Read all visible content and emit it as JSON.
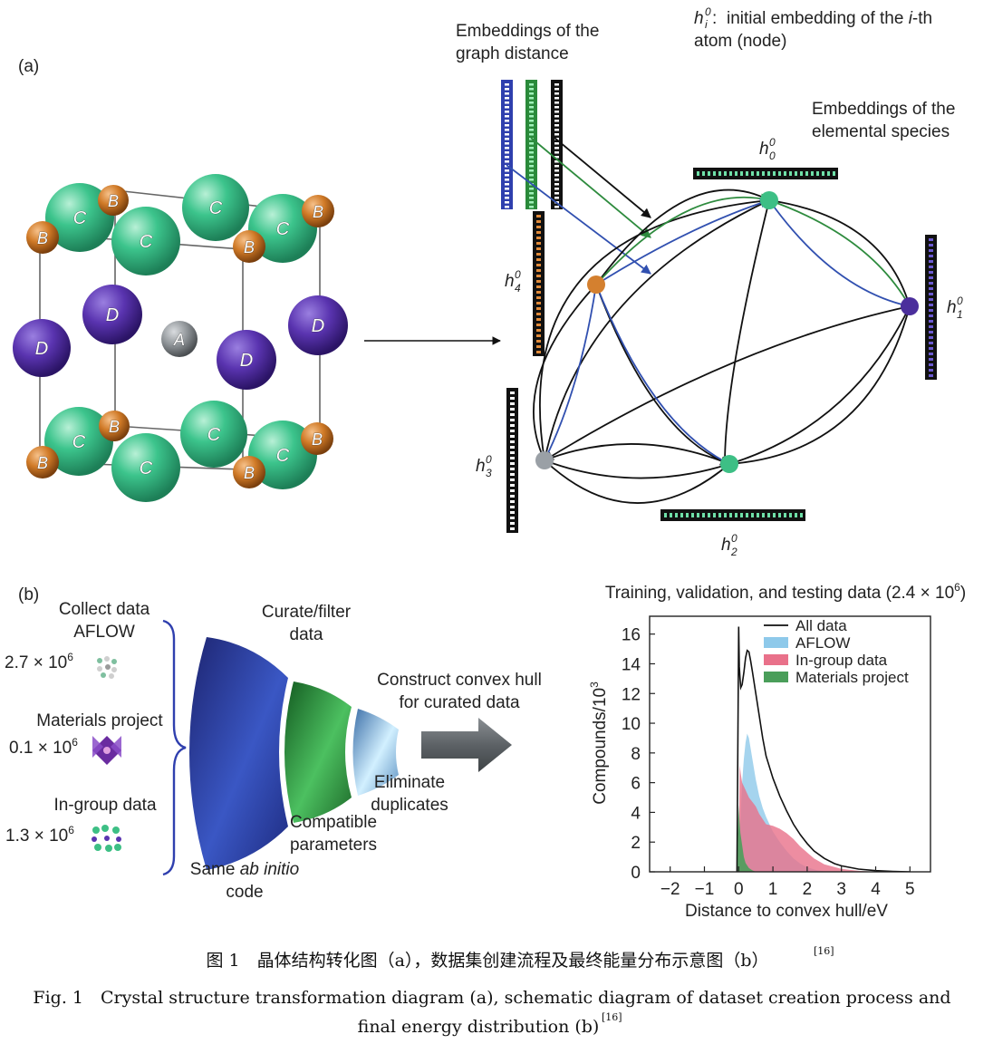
{
  "panel_a": {
    "label": "(a)",
    "atoms": {
      "A": "A",
      "B": "B",
      "C": "C",
      "D": "D"
    },
    "graph_distance_line1": "Embeddings of the",
    "graph_distance_line2": "graph distance",
    "initial_desc_line1_pre": "initial embedding of the ",
    "initial_desc_line1_italic": "i",
    "initial_desc_line1_post": "-th",
    "initial_desc_line2": "atom (node)",
    "elemental_line1": "Embeddings of the",
    "elemental_line2": "elemental species",
    "h_base": "h",
    "h_sup": "0",
    "h_i_sub": "i",
    "nodes": [
      {
        "sub": "0",
        "color": "#3dbf85"
      },
      {
        "sub": "1",
        "color": "#4b2e9c"
      },
      {
        "sub": "2",
        "color": "#3dbf85"
      },
      {
        "sub": "3",
        "color": "#9aa0a6"
      },
      {
        "sub": "4",
        "color": "#d4802f"
      }
    ],
    "edge_colors": {
      "black": "#111111",
      "green": "#2e8b3e",
      "blue": "#3150b0"
    }
  },
  "panel_b": {
    "label": "(b)",
    "collect_line1": "Collect data",
    "collect_line2": "AFLOW",
    "aflow_count_base": "2.7 × 10",
    "aflow_count_exp": "6",
    "mp_label": "Materials project",
    "mp_count_base": "0.1 × 10",
    "mp_count_exp": "6",
    "ig_label": "In-group data",
    "ig_count_base": "1.3 × 10",
    "ig_count_exp": "6",
    "curate_line1": "Curate/filter",
    "curate_line2": "data",
    "construct_line1": "Construct convex hull",
    "construct_line2": "for curated data",
    "eliminate_line1": "Eliminate",
    "eliminate_line2": "duplicates",
    "compatible_line1": "Compatible",
    "compatible_line2": "parameters",
    "same_pre": "Same ",
    "same_italic": "ab initio",
    "same_line2": "code",
    "funnel_colors": [
      "#2a3a8c",
      "#2e9a3c",
      "#8fc8e8"
    ]
  },
  "chart_data": {
    "type": "area",
    "title_base": "Training, validation, and testing data (2.4 × 10",
    "title_exp": "6",
    "title_close": ")",
    "xlabel": "Distance to convex hull/eV",
    "ylabel_base": "Compounds/10",
    "ylabel_exp": "3",
    "xlim": [
      -2.6,
      5.6
    ],
    "ylim": [
      0,
      17.2
    ],
    "xticks": [
      -2,
      -1,
      0,
      1,
      2,
      3,
      4,
      5
    ],
    "xtick_labels": [
      "−2",
      "−1",
      "0",
      "1",
      "2",
      "3",
      "4",
      "5"
    ],
    "yticks": [
      0,
      2,
      4,
      6,
      8,
      10,
      12,
      14,
      16
    ],
    "legend_position": "top-right",
    "series": [
      {
        "name": "All data",
        "color": "#111111",
        "style": "line",
        "x": [
          -0.05,
          0.0,
          0.02,
          0.04,
          0.06,
          0.1,
          0.15,
          0.2,
          0.25,
          0.3,
          0.35,
          0.4,
          0.5,
          0.6,
          0.7,
          0.8,
          1.0,
          1.2,
          1.4,
          1.6,
          1.8,
          2.0,
          2.2,
          2.5,
          2.8,
          3.0,
          3.5,
          4.0,
          4.5,
          5.0
        ],
        "y": [
          0,
          16.5,
          13.8,
          13.0,
          12.4,
          12.6,
          13.4,
          14.4,
          14.9,
          14.8,
          14.2,
          13.5,
          12.0,
          10.5,
          9.0,
          7.8,
          6.3,
          5.1,
          4.1,
          3.2,
          2.5,
          1.9,
          1.4,
          0.9,
          0.55,
          0.4,
          0.18,
          0.08,
          0.03,
          0.0
        ]
      },
      {
        "name": "AFLOW",
        "color": "#8ec9ea",
        "style": "area",
        "x": [
          0.0,
          0.05,
          0.1,
          0.15,
          0.2,
          0.25,
          0.3,
          0.35,
          0.4,
          0.5,
          0.6,
          0.7,
          0.8,
          0.9,
          1.0,
          1.2,
          1.4,
          1.6,
          1.8,
          2.0,
          2.3,
          2.6
        ],
        "y": [
          0,
          3.5,
          6.0,
          7.6,
          8.7,
          9.3,
          9.0,
          8.3,
          7.6,
          6.2,
          5.1,
          4.3,
          3.7,
          3.2,
          2.7,
          2.0,
          1.4,
          0.9,
          0.55,
          0.3,
          0.1,
          0.0
        ]
      },
      {
        "name": "In-group data",
        "color": "#e9718a",
        "style": "area",
        "x": [
          0.0,
          0.03,
          0.06,
          0.1,
          0.2,
          0.3,
          0.4,
          0.5,
          0.6,
          0.8,
          1.0,
          1.2,
          1.4,
          1.6,
          1.8,
          2.0,
          2.2,
          2.5,
          3.0,
          3.5,
          4.0
        ],
        "y": [
          0,
          7.2,
          6.6,
          6.0,
          5.5,
          5.0,
          4.7,
          4.4,
          3.9,
          3.2,
          3.1,
          2.9,
          2.6,
          2.2,
          1.7,
          1.3,
          0.9,
          0.5,
          0.2,
          0.07,
          0.0
        ]
      },
      {
        "name": "Materials project",
        "color": "#4a9e5a",
        "style": "area",
        "x": [
          -0.05,
          0.0,
          0.02,
          0.05,
          0.1,
          0.15,
          0.2,
          0.3,
          0.4,
          0.5
        ],
        "y": [
          0,
          4.5,
          3.6,
          2.6,
          1.8,
          1.0,
          0.6,
          0.25,
          0.1,
          0.0
        ]
      }
    ]
  },
  "caption": {
    "cn": "图 1　晶体结构转化图（a），数据集创建流程及最终能量分布示意图（b）",
    "cn_ref": "[16]",
    "en_line1": "Fig. 1　Crystal structure transformation diagram (a), schematic diagram of dataset creation process and",
    "en_line2": "final energy distribution (b)",
    "en_ref": "[16]"
  }
}
